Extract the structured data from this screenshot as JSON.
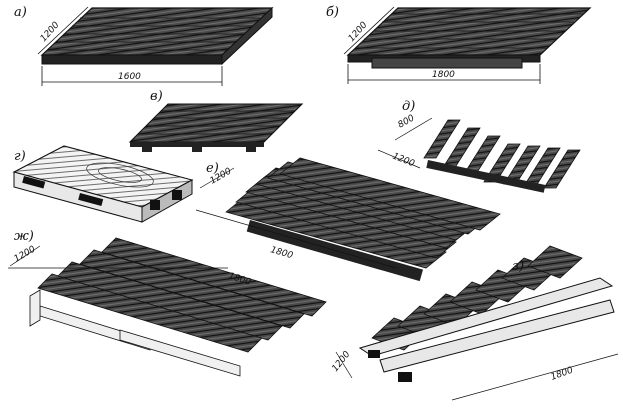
{
  "figures": [
    {
      "id": "a",
      "label": "а)",
      "dims": [
        "1200",
        "1600"
      ]
    },
    {
      "id": "b",
      "label": "б)",
      "dims": [
        "1200",
        "1800"
      ]
    },
    {
      "id": "v",
      "label": "в)",
      "dims": []
    },
    {
      "id": "g",
      "label": "г)",
      "dims": []
    },
    {
      "id": "d",
      "label": "д)",
      "dims": [
        "800",
        "1200"
      ]
    },
    {
      "id": "e",
      "label": "е)",
      "dims": [
        "1200",
        "1800"
      ]
    },
    {
      "id": "zh",
      "label": "ж)",
      "dims": [
        "1200",
        "1800"
      ]
    },
    {
      "id": "z",
      "label": "з)",
      "dims": [
        "1200",
        "1800"
      ]
    }
  ],
  "colors": {
    "ink": "#111111",
    "wood": "#3a3a3a",
    "paper": "#ffffff"
  }
}
